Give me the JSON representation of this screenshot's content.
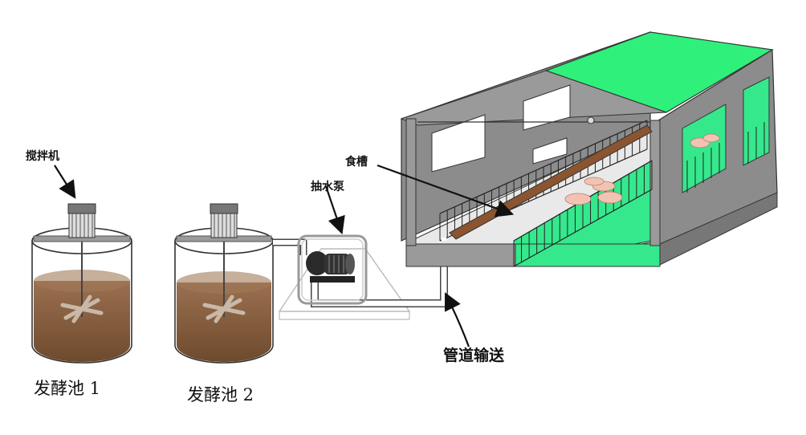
{
  "labels": {
    "mixer": "搅拌机",
    "pump": "抽水泵",
    "trough": "食槽",
    "pipeline": "管道输送",
    "tank1": "发酵池 1",
    "tank2": "发酵池 2"
  },
  "colors": {
    "slurry": "#8a6240",
    "wall": "#8c8c8c",
    "roof": "#2ff07a",
    "floor": "#35e88c",
    "pipe": "#ffffff",
    "trough": "#8a5530"
  }
}
